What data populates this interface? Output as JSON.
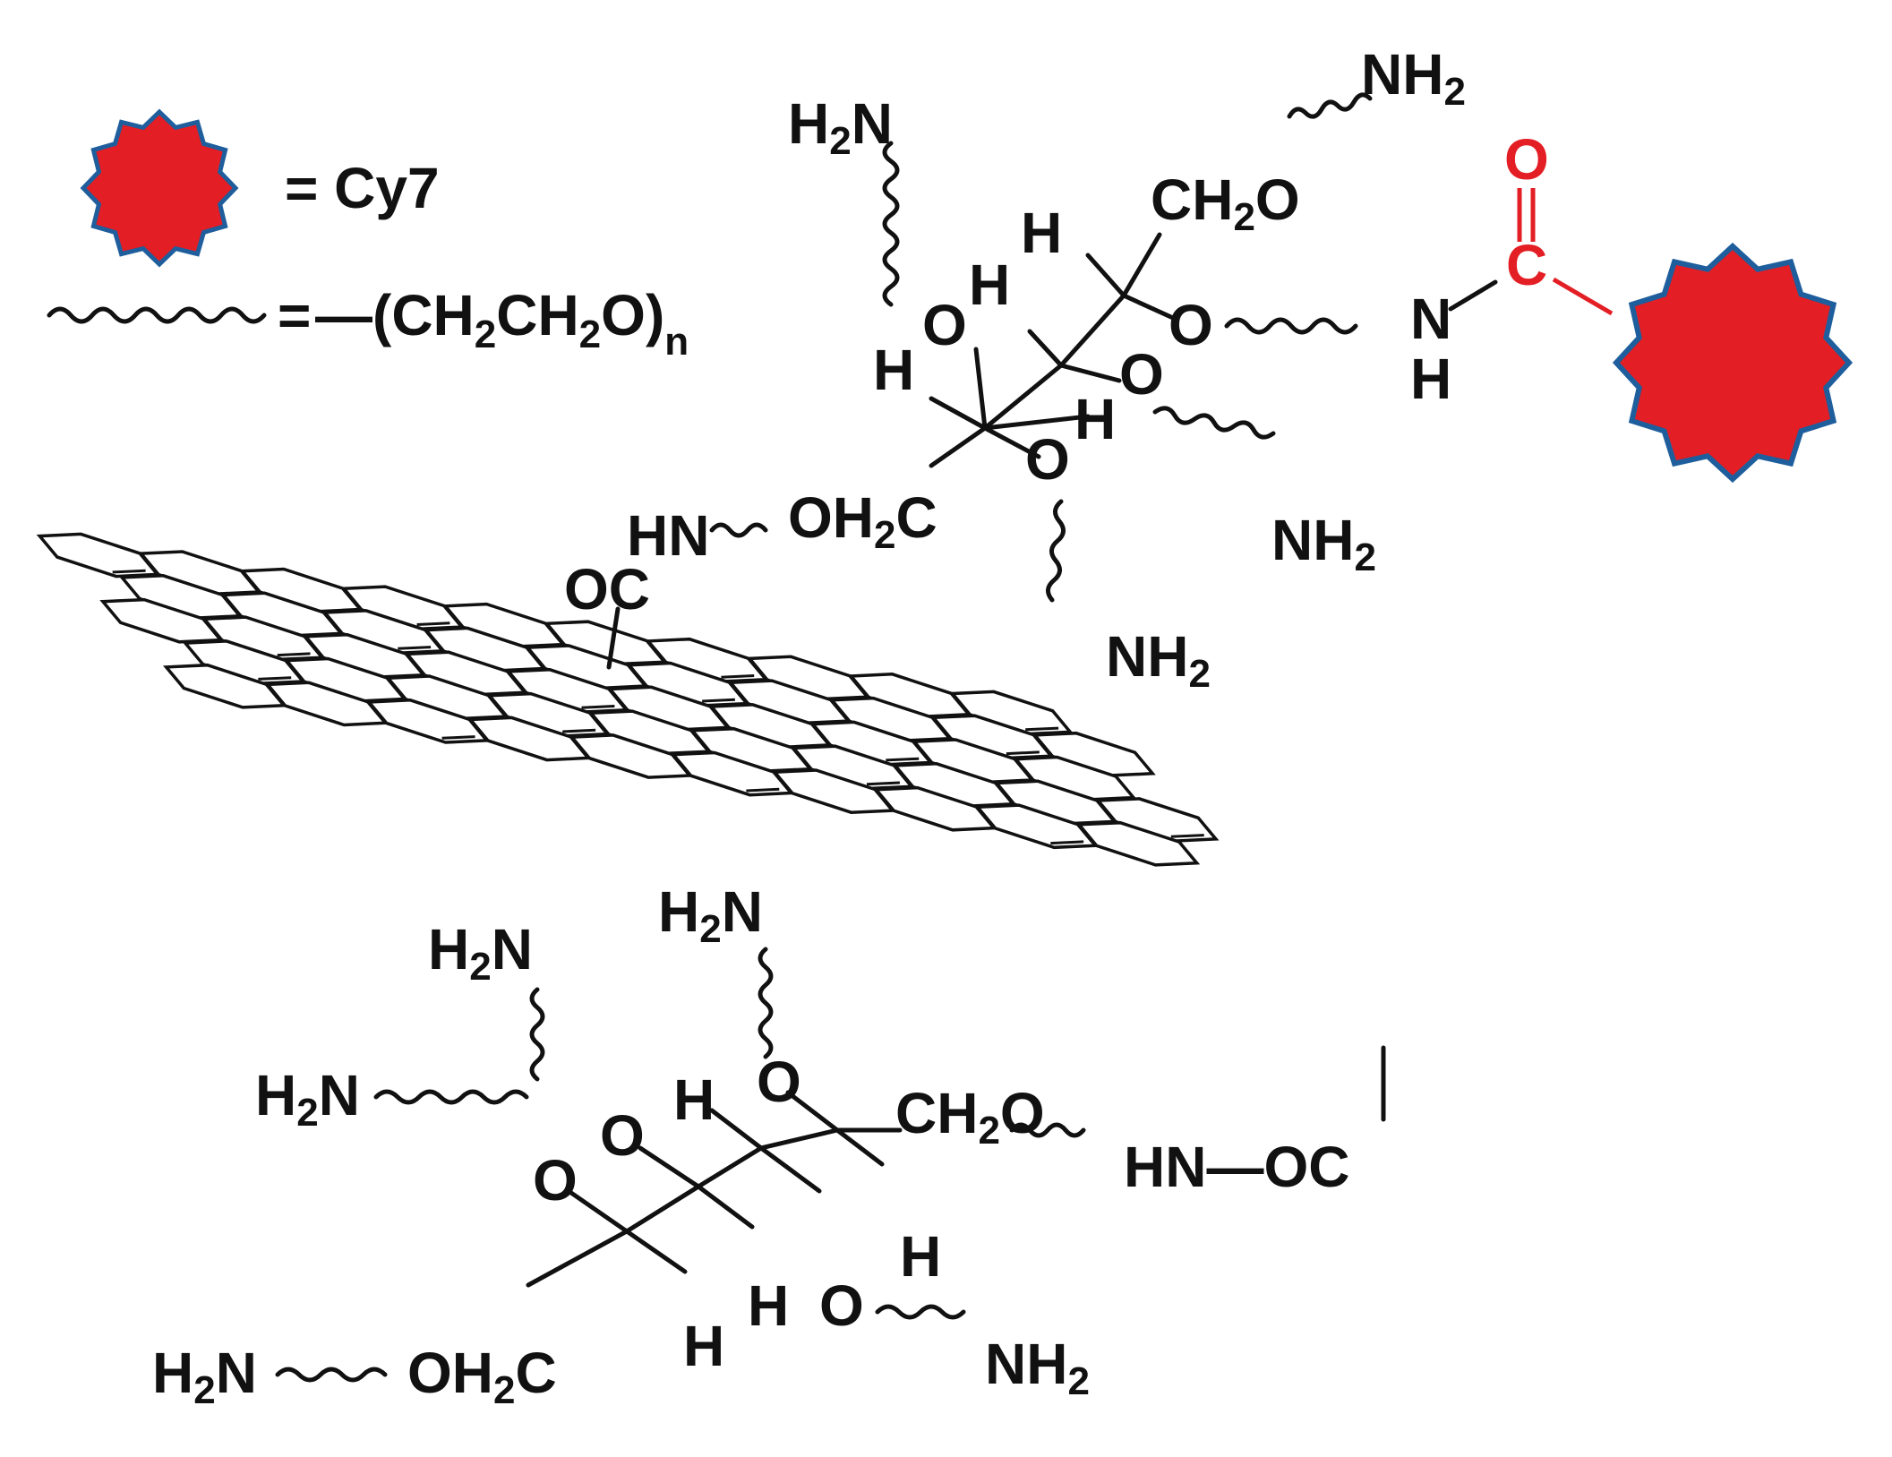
{
  "colors": {
    "dye_fill": "#e31e24",
    "dye_outline": "#1f5e9c",
    "carbonyl": "#e31e24",
    "ink": "#111111"
  },
  "legend": {
    "dye_label": "= Cy7",
    "peg_eq": "=",
    "peg_formula": "—(CH",
    "peg_formula_2": "CH",
    "peg_formula_3": "O)",
    "peg_sub": "2",
    "peg_n": "n"
  },
  "labels": {
    "H2N": "H",
    "N": "N",
    "sub2": "2",
    "NH": "NH",
    "CH": "CH",
    "O": "O",
    "H": "H",
    "C": "C",
    "OH": "OH",
    "HN": "HN",
    "OC": "OC",
    "HN_OC": "HN—OC",
    "carbonyl_O": "O",
    "carbonyl_C": "C"
  }
}
